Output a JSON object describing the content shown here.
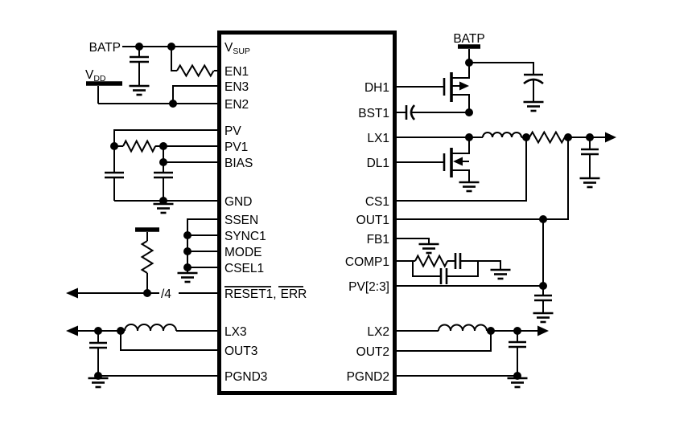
{
  "colors": {
    "ink": "#000000",
    "background": "#ffffff"
  },
  "ic": {
    "left_pins": [
      {
        "label": "V",
        "sub": "SUP"
      },
      {
        "label": "EN1"
      },
      {
        "label": "EN3"
      },
      {
        "label": "EN2"
      },
      {
        "label": "PV"
      },
      {
        "label": "PV1"
      },
      {
        "label": "BIAS"
      },
      {
        "label": "GND"
      },
      {
        "label": "SSEN"
      },
      {
        "label": "SYNC1"
      },
      {
        "label": "MODE"
      },
      {
        "label": "CSEL1"
      },
      {
        "label": "RESET1,",
        "label2": "ERR",
        "overline": true
      },
      {
        "label": "LX3"
      },
      {
        "label": "OUT3"
      },
      {
        "label": "PGND3"
      }
    ],
    "right_pins": [
      {
        "label": "DH1"
      },
      {
        "label": "BST1"
      },
      {
        "label": "LX1"
      },
      {
        "label": "DL1"
      },
      {
        "label": "CS1"
      },
      {
        "label": "OUT1"
      },
      {
        "label": "FB1"
      },
      {
        "label": "COMP1"
      },
      {
        "label": "PV[2:3]"
      },
      {
        "label": "LX2"
      },
      {
        "label": "OUT2"
      },
      {
        "label": "PGND2"
      }
    ]
  },
  "nets": {
    "batp_left": "BATP",
    "batp_right": "BATP",
    "vdd": "V",
    "vdd_sub": "DD",
    "reset_bus_width": "/4"
  }
}
